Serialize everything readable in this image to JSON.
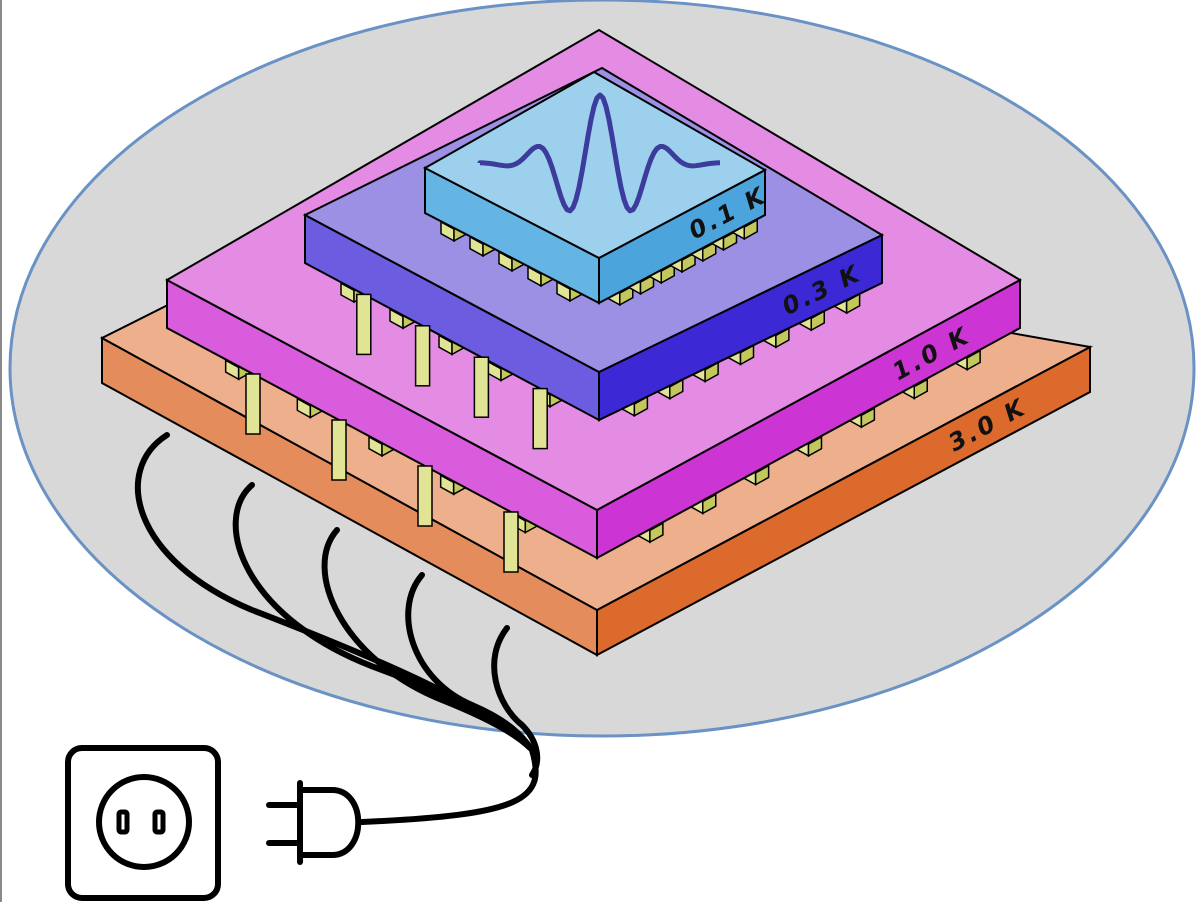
{
  "diagram": {
    "title": "Cryogenic multi-stage quantum chip stack",
    "layers": [
      {
        "id": "stage-3k",
        "label": "3.0 K",
        "top": "#eeb08c",
        "left": "#e48c5c",
        "right": "#dc6a2c"
      },
      {
        "id": "stage-1k",
        "label": "1.0 K",
        "top": "#e48ce4",
        "left": "#d85cdc",
        "right": "#cc34d4"
      },
      {
        "id": "stage-03k",
        "label": "0.3 K",
        "top": "#9c90e4",
        "left": "#6c5ce0",
        "right": "#3c28d4"
      },
      {
        "id": "stage-01k",
        "label": "0.1 K",
        "top": "#9cd0ec",
        "left": "#64b4e4",
        "right": "#4ca4dc"
      }
    ],
    "colors": {
      "enclosure_fill": "#d8d8d8",
      "enclosure_stroke": "#6a92c4",
      "connector": "#e0e494",
      "connector_dark": "#c4c85c",
      "waveform": "#3c3c9c",
      "cable": "#000000"
    },
    "icons": {
      "qubit_signal": "waveform-icon",
      "power_outlet": "power-outlet-icon",
      "power_plug": "power-plug-icon"
    },
    "cable_count": 5
  }
}
